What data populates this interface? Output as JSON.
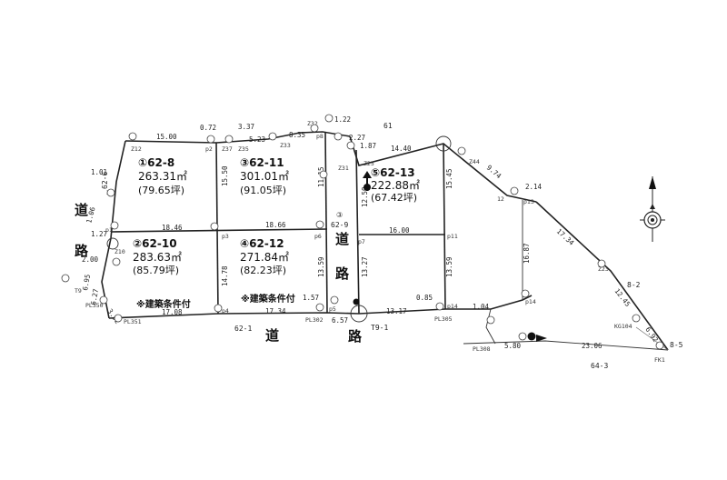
{
  "lots": [
    {
      "id": "lot-1",
      "label": "①62-8",
      "area": "263.31㎡",
      "tsubo": "(79.65坪)"
    },
    {
      "id": "lot-2",
      "label": "②62-10",
      "area": "283.63㎡",
      "tsubo": "(85.79坪)"
    },
    {
      "id": "lot-3",
      "label": "③62-11",
      "area": "301.01㎡",
      "tsubo": "(91.05坪)"
    },
    {
      "id": "lot-4",
      "label": "④62-12",
      "area": "271.84㎡",
      "tsubo": "(82.23坪)"
    },
    {
      "id": "lot-5",
      "label": "⑤62-13",
      "area": "222.88㎡",
      "tsubo": "(67.42坪)"
    }
  ],
  "road_chars": [
    "道",
    "路",
    "道",
    "路",
    "道",
    "路"
  ],
  "notes": {
    "condition_1": "※建築条件付",
    "condition_2": "※建築条件付"
  },
  "road_lot": {
    "number": "③",
    "label": "62-9"
  },
  "neighbors": {
    "n61": "61",
    "n62_1": "62-1",
    "n64_3": "64-3",
    "n8_2": "8-2",
    "n8_5": "8-5",
    "n62_6": "62-6",
    "t9_1": "T9-1"
  },
  "dimensions": {
    "d15_00_top": "15.00",
    "d0_72": "0.72",
    "d3_37": "3.37",
    "d5_23": "5.23",
    "d8_35": "8.35",
    "d1_22": "1.22",
    "d2_27": "2.27",
    "d1_87": "1.87",
    "d14_40": "14.40",
    "d9_74": "9.74",
    "d2_14": "2.14",
    "d17_34_diag": "17.34",
    "d12_45": "12.45",
    "d6_92": "6.92",
    "d23_06": "23.06",
    "d5_80": "5.80",
    "d18_46": "18.46",
    "d18_66": "18.66",
    "d16_00": "16.00",
    "d15_50": "15.50",
    "d11_15": "11.15",
    "d12_50": "12.50",
    "d15_45": "15.45",
    "d14_78": "14.78",
    "d13_59_a": "13.59",
    "d13_27": "13.27",
    "d13_59_b": "13.59",
    "d16_87": "16.87",
    "d17_08": "17.08",
    "d17_34_bottom": "17.34",
    "d1_57": "1.57",
    "d6_57": "6.57",
    "d13_17": "13.17",
    "d0_85": "0.85",
    "d1_04": "1.04",
    "d1_01": "1.01",
    "d1_06": "1.06",
    "d1_27": "1.27",
    "d2_00": "2.00",
    "d6_95": "6.95",
    "d3_92": "3.92",
    "d6_27": "6.27"
  },
  "points": {
    "p212": "Z12",
    "p21": "Z1",
    "p210": "Z10",
    "pp1": "p1",
    "ppl350": "PL350",
    "pt9": "T9",
    "ppl351": "PL351",
    "pp2": "p2",
    "p237": "Z37",
    "p235": "Z35",
    "p233": "Z33",
    "p232": "Z32",
    "pp8": "p8",
    "p231": "Z31",
    "p225": "Z25",
    "p244": "Z44",
    "pp13": "p13",
    "p12": "12",
    "p223": "Z23",
    "pkg104": "KG104",
    "pfk1": "FK1",
    "pp3": "p3",
    "pp4": "p4",
    "pp5": "p5",
    "pp6": "p6",
    "pp7": "p7",
    "pp11": "p11",
    "pp14": "p14",
    "pp14b": "p14",
    "ppl302": "PL302",
    "ppl305": "PL305",
    "ppl308": "PL308"
  },
  "colors": {
    "line": "#222222",
    "paper": "#ffffff"
  }
}
